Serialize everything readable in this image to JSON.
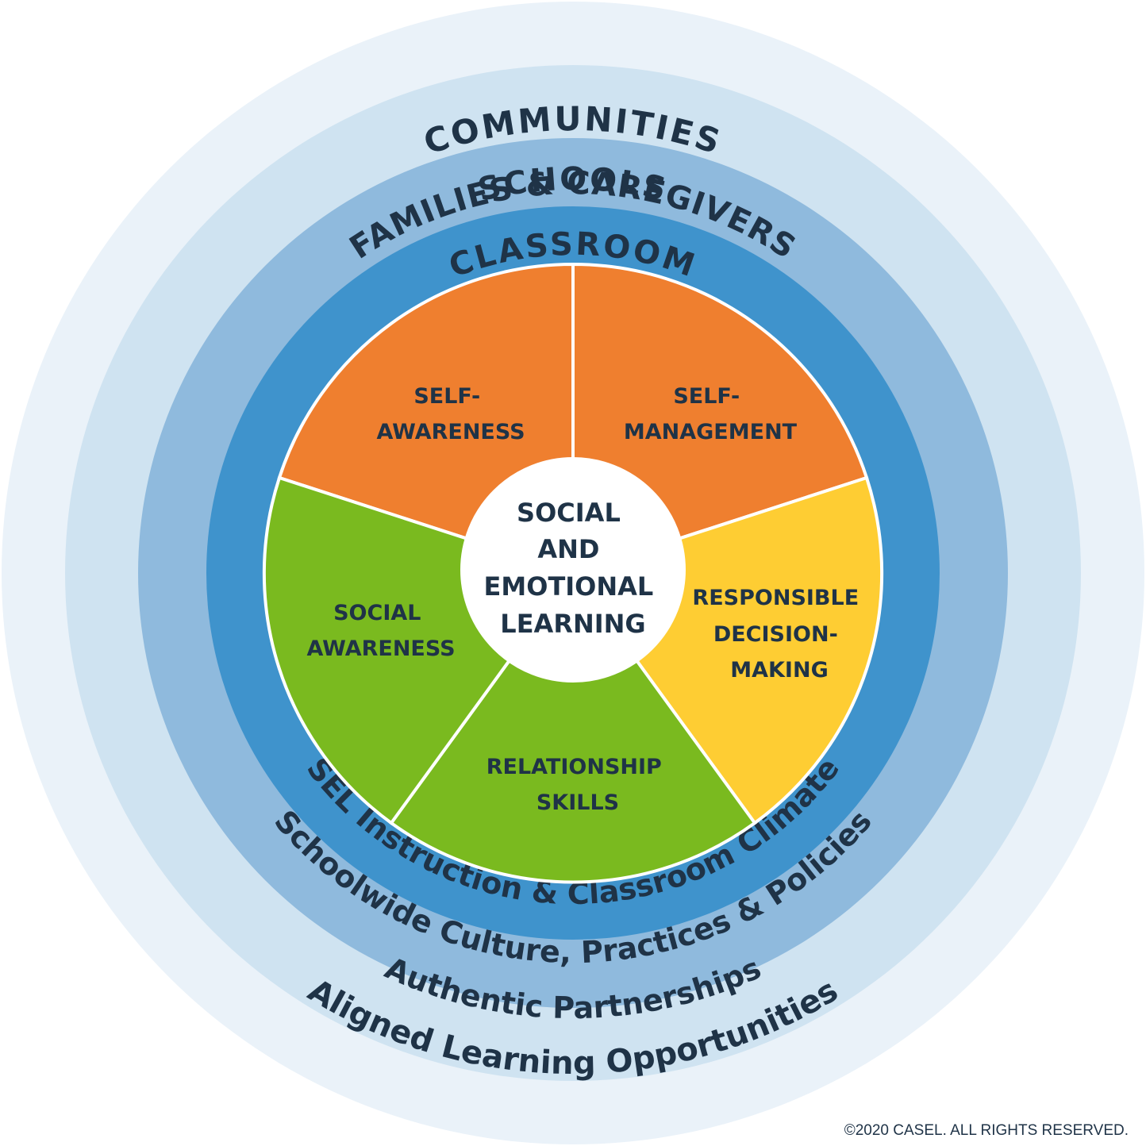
{
  "colors": {
    "communities": "#eaf2f9",
    "families": "#cfe3f1",
    "schools": "#8fbadd",
    "classroom": "#3f93cc",
    "orange": "#ef7f2f",
    "green": "#7aba1f",
    "yellow": "#fecd33",
    "text": "#1f3347",
    "white": "#ffffff"
  },
  "rings": {
    "communities": {
      "top": "COMMUNITIES",
      "bottom": "Aligned Learning Opportunities"
    },
    "families": {
      "top": "FAMILIES & CAREGIVERS",
      "bottom": "Authentic Partnerships"
    },
    "schools": {
      "top": "SCHOOLS",
      "bottom": "Schoolwide Culture, Practices & Policies"
    },
    "classroom": {
      "top": "CLASSROOM",
      "bottom": "SEL Instruction & Classroom Climate"
    }
  },
  "segments": {
    "self_awareness": [
      "SELF-",
      "AWARENESS"
    ],
    "self_management": [
      "SELF-",
      "MANAGEMENT"
    ],
    "responsible_decision_making": [
      "RESPONSIBLE",
      "DECISION-",
      "MAKING"
    ],
    "relationship_skills": [
      "RELATIONSHIP",
      "SKILLS"
    ],
    "social_awareness": [
      "SOCIAL",
      "AWARENESS"
    ]
  },
  "center": [
    "SOCIAL",
    "AND",
    "EMOTIONAL",
    "LEARNING"
  ],
  "copyright": "©2020 CASEL. ALL RIGHTS RESERVED."
}
